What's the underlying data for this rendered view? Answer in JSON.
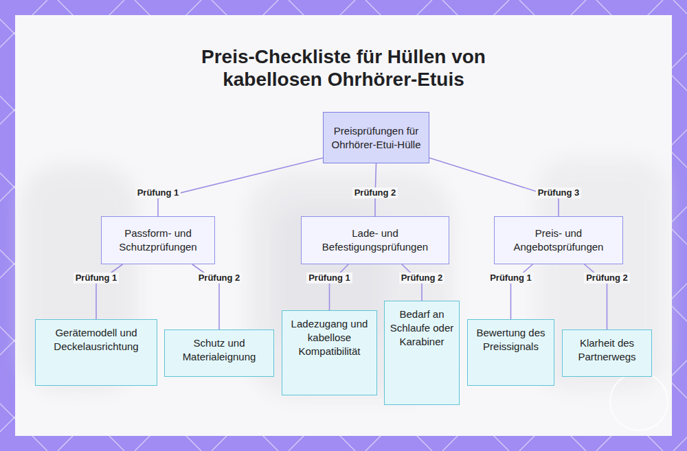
{
  "diagram": {
    "title": "Preis-Checkliste für Hüllen von kabellosen Ohrhörer-Etuis",
    "nodes": [
      {
        "text": [
          "Preisprüfungen für Ohrhörer-Etui-Hülle"
        ]
      },
      {
        "text": [
          "Passform- und Schutzprüfungen"
        ]
      },
      {
        "text": [
          "Lade- und Befestigungsprüfungen"
        ]
      },
      {
        "text": [
          "Preis- und Angebotsprüfungen"
        ]
      },
      {
        "text": [
          "Gerätemodell und Deckelausrichtung"
        ]
      },
      {
        "text": [
          "Schutz und Materialeignung"
        ]
      },
      {
        "text": [
          "Ladezugang und kabellose Kompatibilität"
        ]
      },
      {
        "text": [
          "Bedarf an Schlaufe oder Karabiner"
        ]
      },
      {
        "text": [
          "Bewertung des Preissignals"
        ]
      },
      {
        "text": [
          "Klarheit des Partnerwegs"
        ]
      }
    ],
    "edges": [
      {
        "from": 0,
        "to": 1,
        "label": "Prüfung 1",
        "arrow": "none"
      },
      {
        "from": 0,
        "to": 2,
        "label": "Prüfung 2",
        "arrow": "none"
      },
      {
        "from": 0,
        "to": 3,
        "label": "Prüfung 3",
        "arrow": "none"
      },
      {
        "from": 1,
        "to": 4,
        "label": "Prüfung 1",
        "arrow": "none"
      },
      {
        "from": 1,
        "to": 5,
        "label": "Prüfung 2",
        "arrow": "none"
      },
      {
        "from": 2,
        "to": 6,
        "label": "Prüfung 1",
        "arrow": "none"
      },
      {
        "from": 2,
        "to": 7,
        "label": "Prüfung 2",
        "arrow": "none"
      },
      {
        "from": 3,
        "to": 8,
        "label": "Prüfung 1",
        "arrow": "none"
      },
      {
        "from": 3,
        "to": 9,
        "label": "Prüfung 2",
        "arrow": "none"
      }
    ]
  }
}
